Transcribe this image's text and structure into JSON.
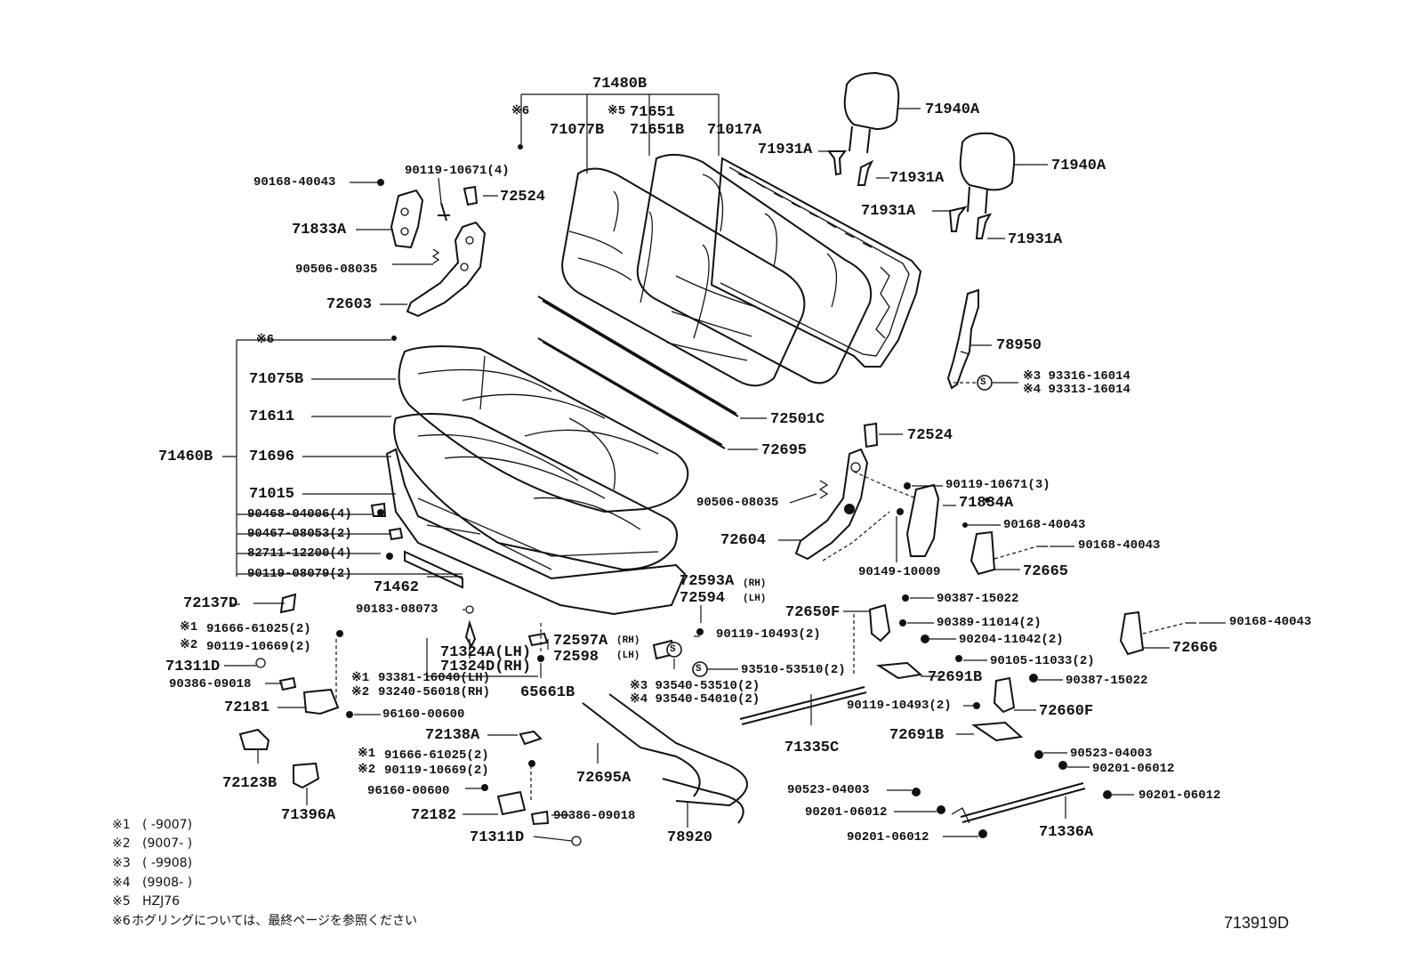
{
  "diagram": {
    "drawing_number": "713919D",
    "seat_back": {
      "assembly": "71480B",
      "sub_parts": [
        "71077B",
        "71651",
        "71651B",
        "71017A"
      ],
      "note_marks": [
        "※5",
        "※6"
      ]
    },
    "seat_cushion": {
      "assembly": "71460B",
      "ring_mark": "※6",
      "sub_parts": [
        "71075B",
        "71611",
        "71696",
        "71015"
      ],
      "fasteners": [
        "90468-04006(4)",
        "90467-08053(2)",
        "82711-12200(4)",
        "90119-08079(2)"
      ]
    },
    "headrests": [
      "71940A",
      "71940A"
    ],
    "headrest_supports": [
      "71931A",
      "71931A",
      "71931A",
      "71931A"
    ],
    "left_hinge": [
      "90168-40043",
      "90119-10671(4)",
      "72524",
      "71833A",
      "90506-08035",
      "72603"
    ],
    "right_hinge": [
      "72524",
      "90119-10671(3)",
      "71834A",
      "90168-40043",
      "90506-08035",
      "90168-40043",
      "72604",
      "90149-10009",
      "72665"
    ],
    "rods": [
      "72501C",
      "72695"
    ],
    "seatbelt": {
      "part": "78950",
      "s_symbol": "S",
      "bolts": [
        "※3 93316-16014",
        "※4 93313-16014"
      ]
    },
    "lower_left": {
      "parts": [
        "72137D",
        "91666-61025(2)",
        "90119-10669(2)",
        "71311D",
        "90386-09018",
        "72181",
        "96160-00600",
        "72123B",
        "71396A"
      ],
      "marks": [
        "※1",
        "※2"
      ]
    },
    "lower_center": {
      "parts": [
        "71462",
        "90183-08073",
        "71324A(LH)",
        "71324D(RH)",
        "93381-16040(LH)",
        "93240-56018(RH)",
        "65661B",
        "72597A",
        "72598",
        "72593A",
        "72594"
      ],
      "side_tags": [
        "(RH)",
        "(LH)",
        "(RH)",
        "(LH)"
      ],
      "marks": [
        "※1",
        "※2"
      ]
    },
    "lower_center_bottom": {
      "parts": [
        "72138A",
        "91666-61025(2)",
        "90119-10669(2)",
        "96160-00600",
        "72182",
        "90386-09018",
        "71311D",
        "72695A",
        "78920"
      ],
      "marks": [
        "※1",
        "※2"
      ]
    },
    "washers": {
      "s_symbol": "S",
      "parts": [
        "90119-10493(2)",
        "93510-53510(2)",
        "※3 93540-53510(2)",
        "※4 93540-54010(2)"
      ]
    },
    "right_lower": {
      "parts": [
        "72650F",
        "90387-15022",
        "90389-11014(2)",
        "90204-11042(2)",
        "90105-11033(2)",
        "72691B",
        "90387-15022",
        "90119-10493(2)",
        "72660F",
        "72691B",
        "71335C",
        "90168-40043",
        "72666",
        "90523-04003",
        "90201-06012",
        "90523-04003",
        "90201-06012",
        "90201-06012",
        "90201-06012",
        "71336A"
      ]
    },
    "notes": [
      {
        "mark": "※1",
        "text": "(      -9007)"
      },
      {
        "mark": "※2",
        "text": "(9007-      )"
      },
      {
        "mark": "※3",
        "text": "(      -9908)"
      },
      {
        "mark": "※4",
        "text": "(9908-      )"
      },
      {
        "mark": "※5",
        "text": "HZJ76"
      },
      {
        "mark": "※6",
        "text": "ホグリングについては、最終ページを参照ください"
      }
    ]
  }
}
